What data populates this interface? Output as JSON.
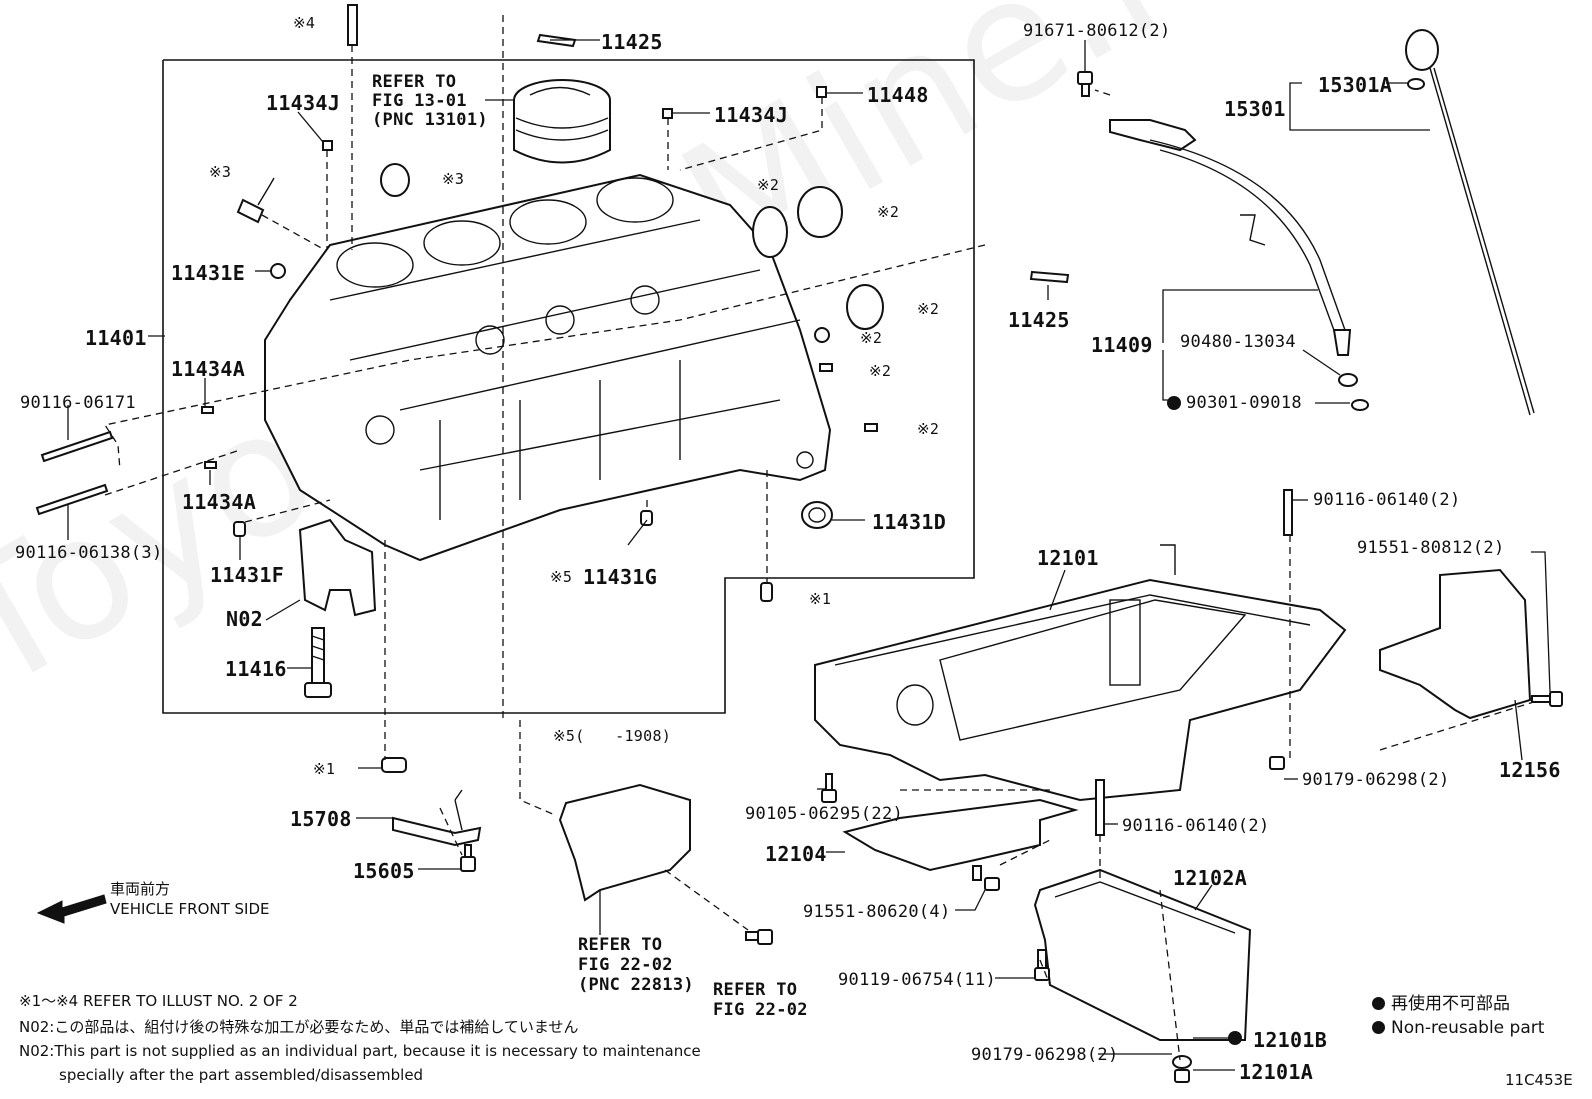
{
  "watermark": "ToyotaCarMine.ru",
  "refs": {
    "fig13": [
      "REFER TO",
      "FIG 13-01",
      "(PNC 13101)"
    ],
    "fig22a": [
      "REFER TO",
      "FIG 22-02",
      "(PNC 22813)"
    ],
    "fig22b": [
      "REFER TO",
      "FIG 22-02"
    ]
  },
  "parts": {
    "p11425a": "11425",
    "p11434J_a": "11434J",
    "p11434J_b": "11434J",
    "p11448": "11448",
    "p11431E": "11431E",
    "p11401": "11401",
    "p11434A_a": "11434A",
    "p11434A_b": "11434A",
    "p90116_06171": "90116-06171",
    "p90116_06138": "90116-06138(3)",
    "p11431F": "11431F",
    "pN02": "N02",
    "p11416": "11416",
    "p11431G": "11431G",
    "p11431D": "11431D",
    "p11425b": "11425",
    "p91671": "91671-80612(2)",
    "p15301A": "15301A",
    "p15301": "15301",
    "p11409": "11409",
    "p90480": "90480-13034",
    "p90301": "90301-09018",
    "p90116_06140_a": "90116-06140(2)",
    "p12101": "12101",
    "p91551_80812": "91551-80812(2)",
    "p12156": "12156",
    "p90179_06298_a": "90179-06298(2)",
    "p90105": "90105-06295(22)",
    "p12104": "12104",
    "p90116_06140_b": "90116-06140(2)",
    "p91551_80620": "91551-80620(4)",
    "p12102A": "12102A",
    "p90119": "90119-06754(11)",
    "p90179_06298_b": "90179-06298(2)",
    "p12101B": "12101B",
    "p12101A": "12101A",
    "p15708": "15708",
    "p15605": "15605"
  },
  "marks": {
    "m4": "※4",
    "m3a": "※3",
    "m3b": "※3",
    "m2a": "※2",
    "m2b": "※2",
    "m2c": "※2",
    "m2d": "※2",
    "m2e": "※2",
    "m2f": "※2",
    "m1a": "※1",
    "m1b": "※1",
    "m5": "※5",
    "m5note": "※5(　　-1908)"
  },
  "front": {
    "jp": "車両前方",
    "en": "VEHICLE FRONT SIDE"
  },
  "legend": {
    "jp": "再使用不可部品",
    "en": "Non-reusable part"
  },
  "notes": {
    "n1": "※1～※4  REFER TO ILLUST NO. 2 OF 2",
    "n2": "N02:この部品は、組付け後の特殊な加工が必要なため、単品では補給していません",
    "n3": "N02:This part is not supplied as an individual part, because it is necessary to maintenance",
    "n4": "specially after the part assembled/disassembled"
  },
  "code": "11C453E"
}
